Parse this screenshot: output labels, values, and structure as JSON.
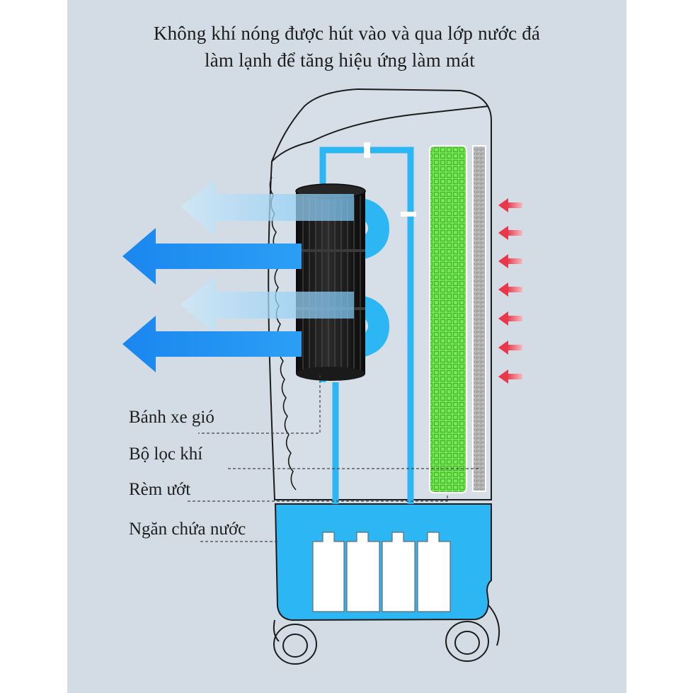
{
  "heading": {
    "line1": "Không khí nóng được hút vào và qua lớp nước đá",
    "line2": "làm lạnh để tăng hiệu ứng làm mát"
  },
  "labels": {
    "fan_wheel": "Bánh xe gió",
    "air_filter": "Bộ lọc khí",
    "wet_curtain": "Rèm ướt",
    "water_tank": "Ngăn chứa nước"
  },
  "colors": {
    "background_panel": "#d3dce5",
    "water_blue": "#2cb6f4",
    "cold_air_arrow": "#1e8ef0",
    "light_air_arrow": "#8fcdf4",
    "hot_air_arrow": "#e8404e",
    "wet_curtain": "#7de84f",
    "filter": "#a9a9a9",
    "fan": "#151515"
  }
}
